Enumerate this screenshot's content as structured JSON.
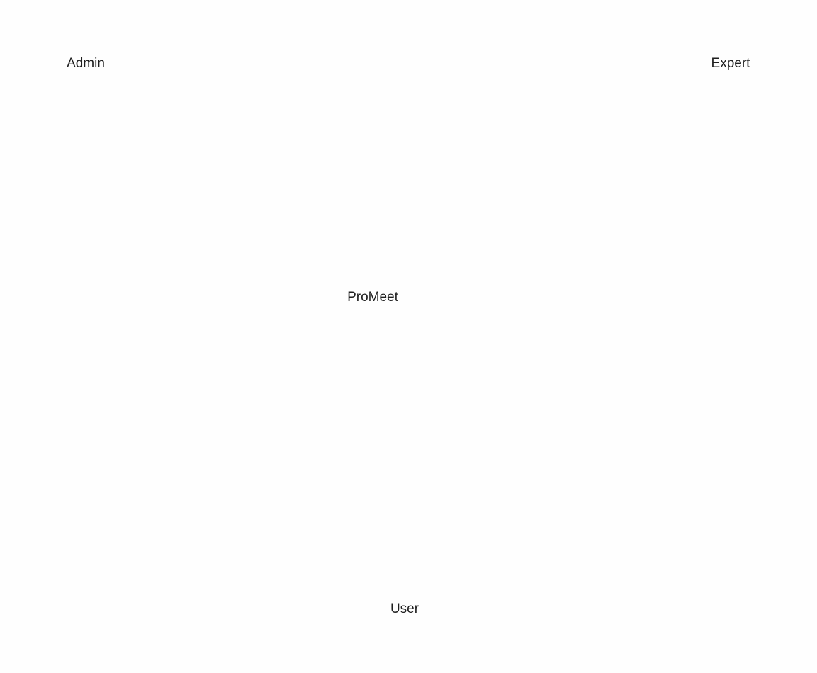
{
  "diagram": {
    "nodes": {
      "admin": "Admin",
      "expert": "Expert",
      "system": "ProMeet",
      "user": "User"
    }
  }
}
